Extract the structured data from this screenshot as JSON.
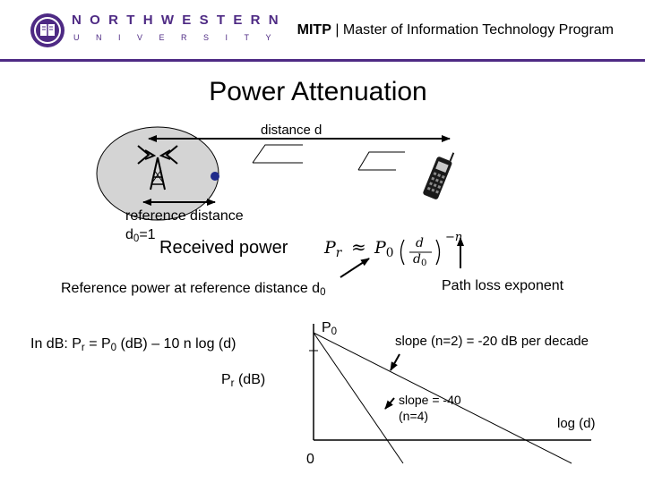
{
  "header": {
    "logo_top": "NORTHWESTERN",
    "logo_bottom": "UNIVERSITY",
    "program_bold": "MITP",
    "program_rest": " | Master of Information Technology Program",
    "accent_color": "#4e2a84"
  },
  "slide": {
    "title": "Power Attenuation",
    "distance_label": "distance d",
    "reference_distance": "reference distance",
    "d0_prefix": "d",
    "d0_sub": "0",
    "d0_suffix": "=1",
    "received_power": "Received power",
    "reference_power": "Reference power at reference distance d",
    "reference_power_sub": "0",
    "path_loss": "Path loss exponent",
    "db_prefix": "In dB: P",
    "db_sub_r": "r",
    "db_mid": " = P",
    "db_sub_0": "0",
    "db_suffix": " (dB) – 10 n log (d)",
    "p0_label": "P",
    "p0_sub": "0",
    "slope2": "slope (n=2) = -20 dB per decade",
    "pr_label": "P",
    "pr_sub": "r",
    "pr_unit": " (dB)",
    "slope4_line1": "slope = -40",
    "slope4_line2": "(n=4)",
    "origin": "0",
    "logd": "log (d)"
  },
  "icons": [
    "university-seal-icon",
    "antenna-tower-icon",
    "transmitter-dot-icon",
    "mobile-phone-icon"
  ]
}
